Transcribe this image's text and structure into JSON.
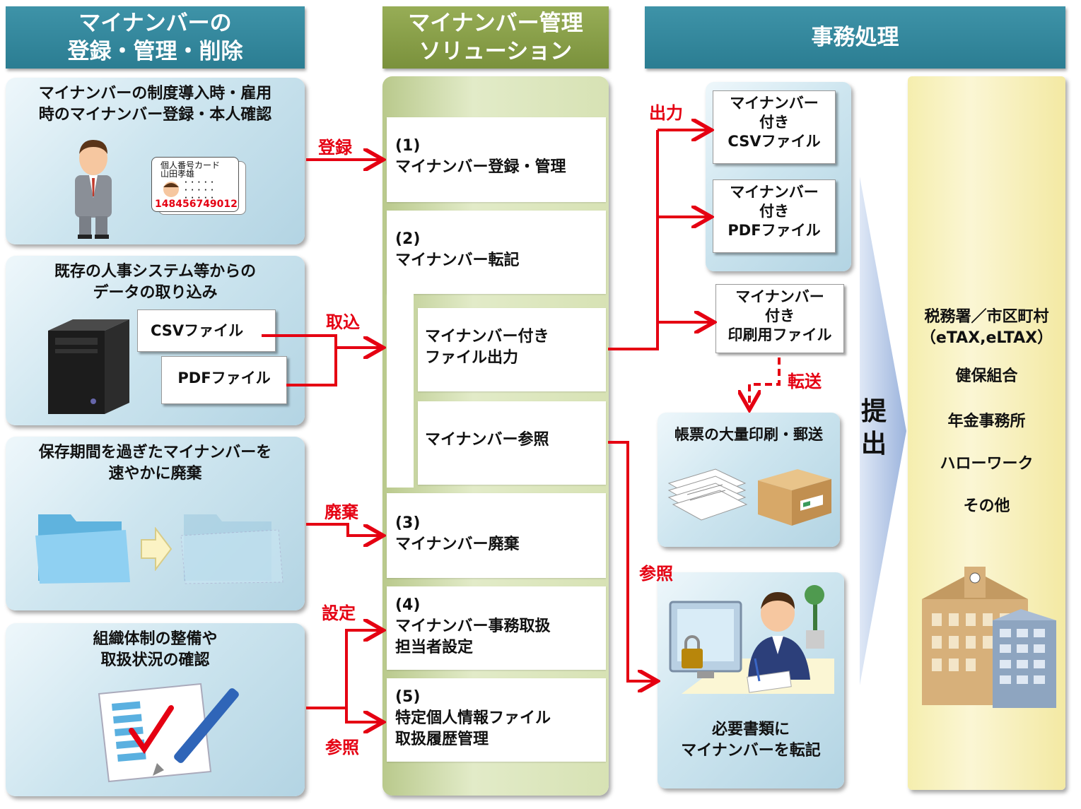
{
  "headers": {
    "left": "マイナンバーの\n登録・管理・削除",
    "middle": "マイナンバー管理\nソリューション",
    "right": "事務処理"
  },
  "left_panels": [
    {
      "title": "マイナンバーの制度導入時・雇用\n時のマイナンバー登録・本人確認"
    },
    {
      "title": "既存の人事システム等からの\nデータの取り込み"
    },
    {
      "title": "保存期間を過ぎたマイナンバーを\n速やかに廃棄"
    },
    {
      "title": "組織体制の整備や\n取扱状況の確認"
    }
  ],
  "id_card": {
    "line1": "個人番号カード",
    "line2": "山田孝雄",
    "number": "148456749012"
  },
  "import_files": {
    "csv": "CSVファイル",
    "pdf": "PDFファイル"
  },
  "arrow_labels": {
    "register": "登録",
    "import": "取込",
    "dispose": "廃棄",
    "setting": "設定",
    "reference_bottom": "参照",
    "output": "出力",
    "transfer": "転送",
    "reference_right": "参照"
  },
  "solutions": {
    "s1": "(1)\nマイナンバー登録・管理",
    "s2": "(2)\nマイナンバー転記",
    "s2a": "マイナンバー付き\nファイル出力",
    "s2b": "マイナンバー参照",
    "s3": "(3)\nマイナンバー廃棄",
    "s4": "(4)\nマイナンバー事務取扱\n担当者設定",
    "s5": "(5)\n特定個人情報ファイル\n取扱履歴管理"
  },
  "output_docs": {
    "csv": "マイナンバー\n付き\nCSVファイル",
    "pdf": "マイナンバー\n付き\nPDFファイル",
    "print": "マイナンバー\n付き\n印刷用ファイル"
  },
  "right_panels": {
    "mass_print": "帳票の大量印刷・郵送",
    "transcribe": "必要書類に\nマイナンバーを転記"
  },
  "submit": "提\n出",
  "destinations": {
    "d1": "税務署／市区町村\n（eTAX,eLTAX）",
    "d2": "健保組合",
    "d3": "年金事務所",
    "d4": "ハローワーク",
    "d5": "その他"
  },
  "colors": {
    "accent_red": "#e50012",
    "header_teal": "#2f8499",
    "header_green": "#88a046"
  }
}
